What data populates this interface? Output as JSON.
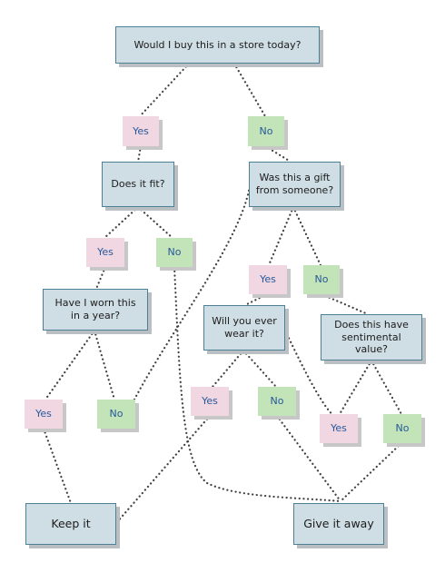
{
  "questions": {
    "store": "Would I buy this in a store today?",
    "fit": "Does it fit?",
    "gift": "Was this a gift from someone?",
    "worn": "Have I worn this in a year?",
    "wear": "Will you ever wear it?",
    "sentimental": "Does this have sentimental value?"
  },
  "answers": {
    "yes": "Yes",
    "no": "No"
  },
  "outcomes": {
    "keep": "Keep it",
    "give": "Give it away"
  },
  "colors": {
    "question_fill": "#cfdde4",
    "question_border": "#4e8093",
    "yes_fill": "#f1d7e2",
    "no_fill": "#c3e3b8",
    "answer_text": "#27599a",
    "connector": "#404040"
  }
}
